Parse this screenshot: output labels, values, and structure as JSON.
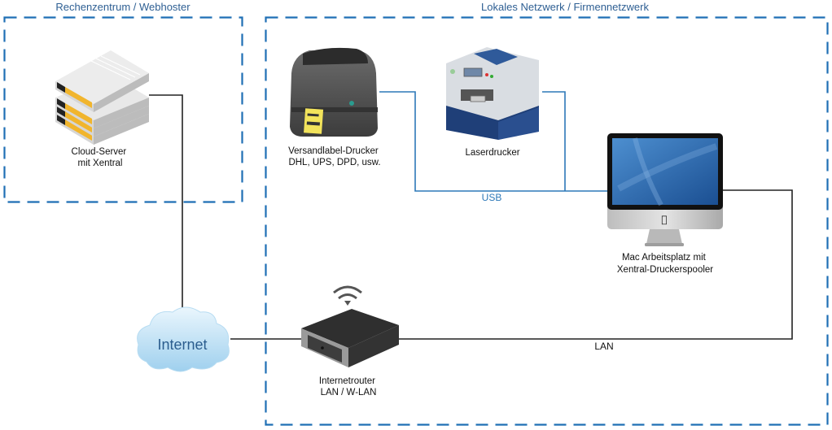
{
  "colors": {
    "zone_border": "#1f6fb5",
    "zone_title": "#2e5f93",
    "usb_line": "#2d78b8",
    "lan_line": "#222222",
    "label_text": "#111111"
  },
  "zones": [
    {
      "id": "datacenter",
      "title": "Rechenzentrum / Webhoster"
    },
    {
      "id": "local-network",
      "title": "Lokales Netzwerk / Firmennetzwerk"
    }
  ],
  "nodes": {
    "cloud_server": {
      "icon": "server-stack-icon",
      "label_lines": [
        "Cloud-Server",
        "mit Xentral"
      ]
    },
    "label_printer": {
      "icon": "label-printer-icon",
      "label_lines": [
        "Versandlabel-Drucker",
        "DHL, UPS, DPD, usw."
      ]
    },
    "laser_printer": {
      "icon": "laser-printer-icon",
      "label_lines": [
        "Laserdrucker"
      ]
    },
    "mac_workstation": {
      "icon": "imac-icon",
      "label_lines": [
        "Mac Arbeitsplatz mit",
        "Xentral-Druckerspooler"
      ]
    },
    "internet": {
      "icon": "cloud-icon",
      "label": "Internet"
    },
    "router": {
      "icon": "wifi-router-icon",
      "label_lines": [
        "Internetrouter",
        "LAN / W-LAN"
      ]
    }
  },
  "connections": {
    "usb_label": "USB",
    "lan_label": "LAN"
  }
}
